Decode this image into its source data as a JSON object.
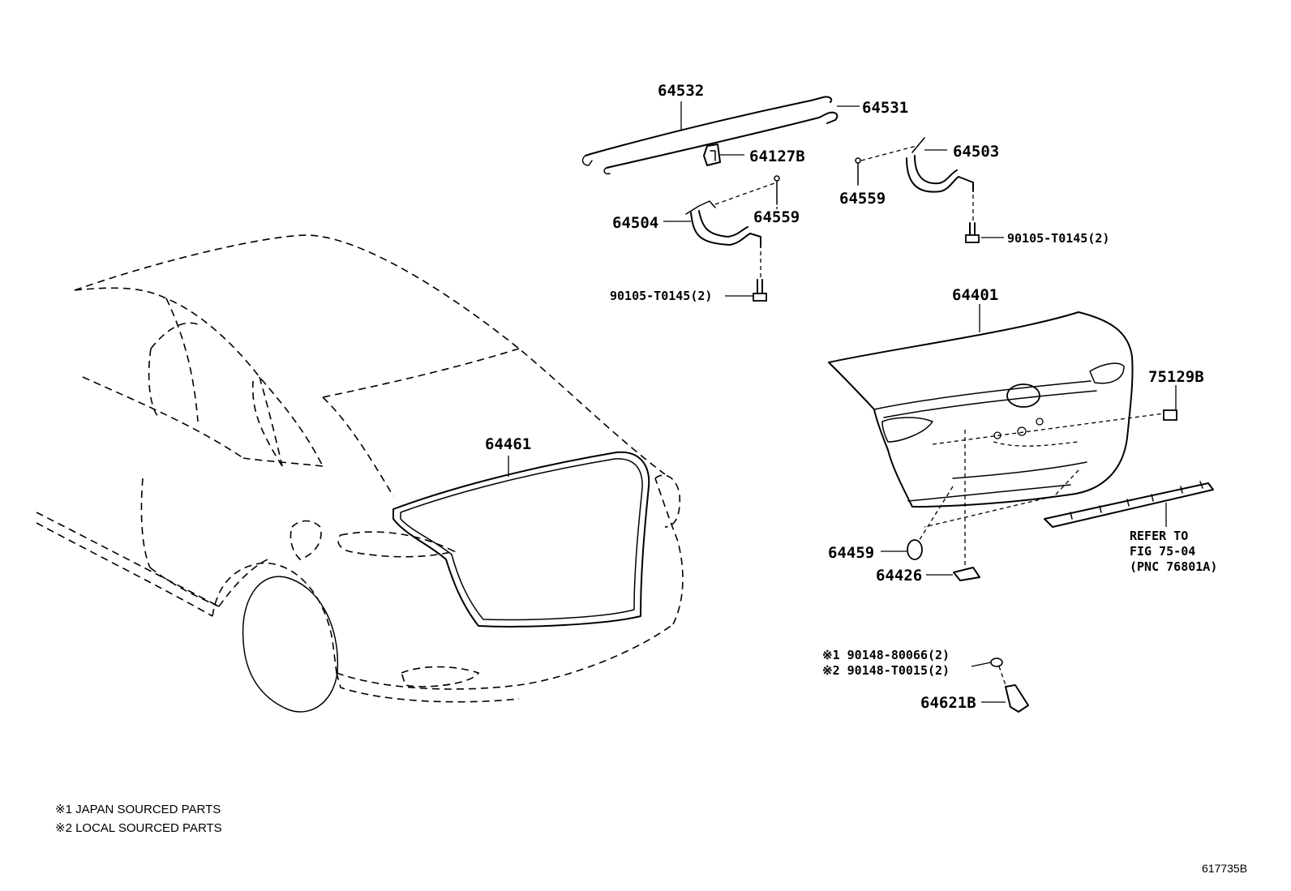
{
  "labels": {
    "p64532": "64532",
    "p64531": "64531",
    "p64127b": "64127B",
    "p64503": "64503",
    "p64559_right": "64559",
    "p64504": "64504",
    "p64559_left": "64559",
    "bolt_right": "90105-T0145(2)",
    "bolt_left": "90105-T0145(2)",
    "p64401": "64401",
    "p75129b": "75129B",
    "p64461": "64461",
    "p64459": "64459",
    "p64426": "64426",
    "refer_line1": "REFER TO",
    "refer_line2": "FIG 75-04",
    "refer_line3": "(PNC 76801A)",
    "clip_1": "※1 90148-80066(2)",
    "clip_2": "※2 90148-T0015(2)",
    "p64621b": "64621B"
  },
  "notes": {
    "note1": "※1 JAPAN SOURCED PARTS",
    "note2": "※2 LOCAL SOURCED PARTS"
  },
  "figure_id": "617735B"
}
